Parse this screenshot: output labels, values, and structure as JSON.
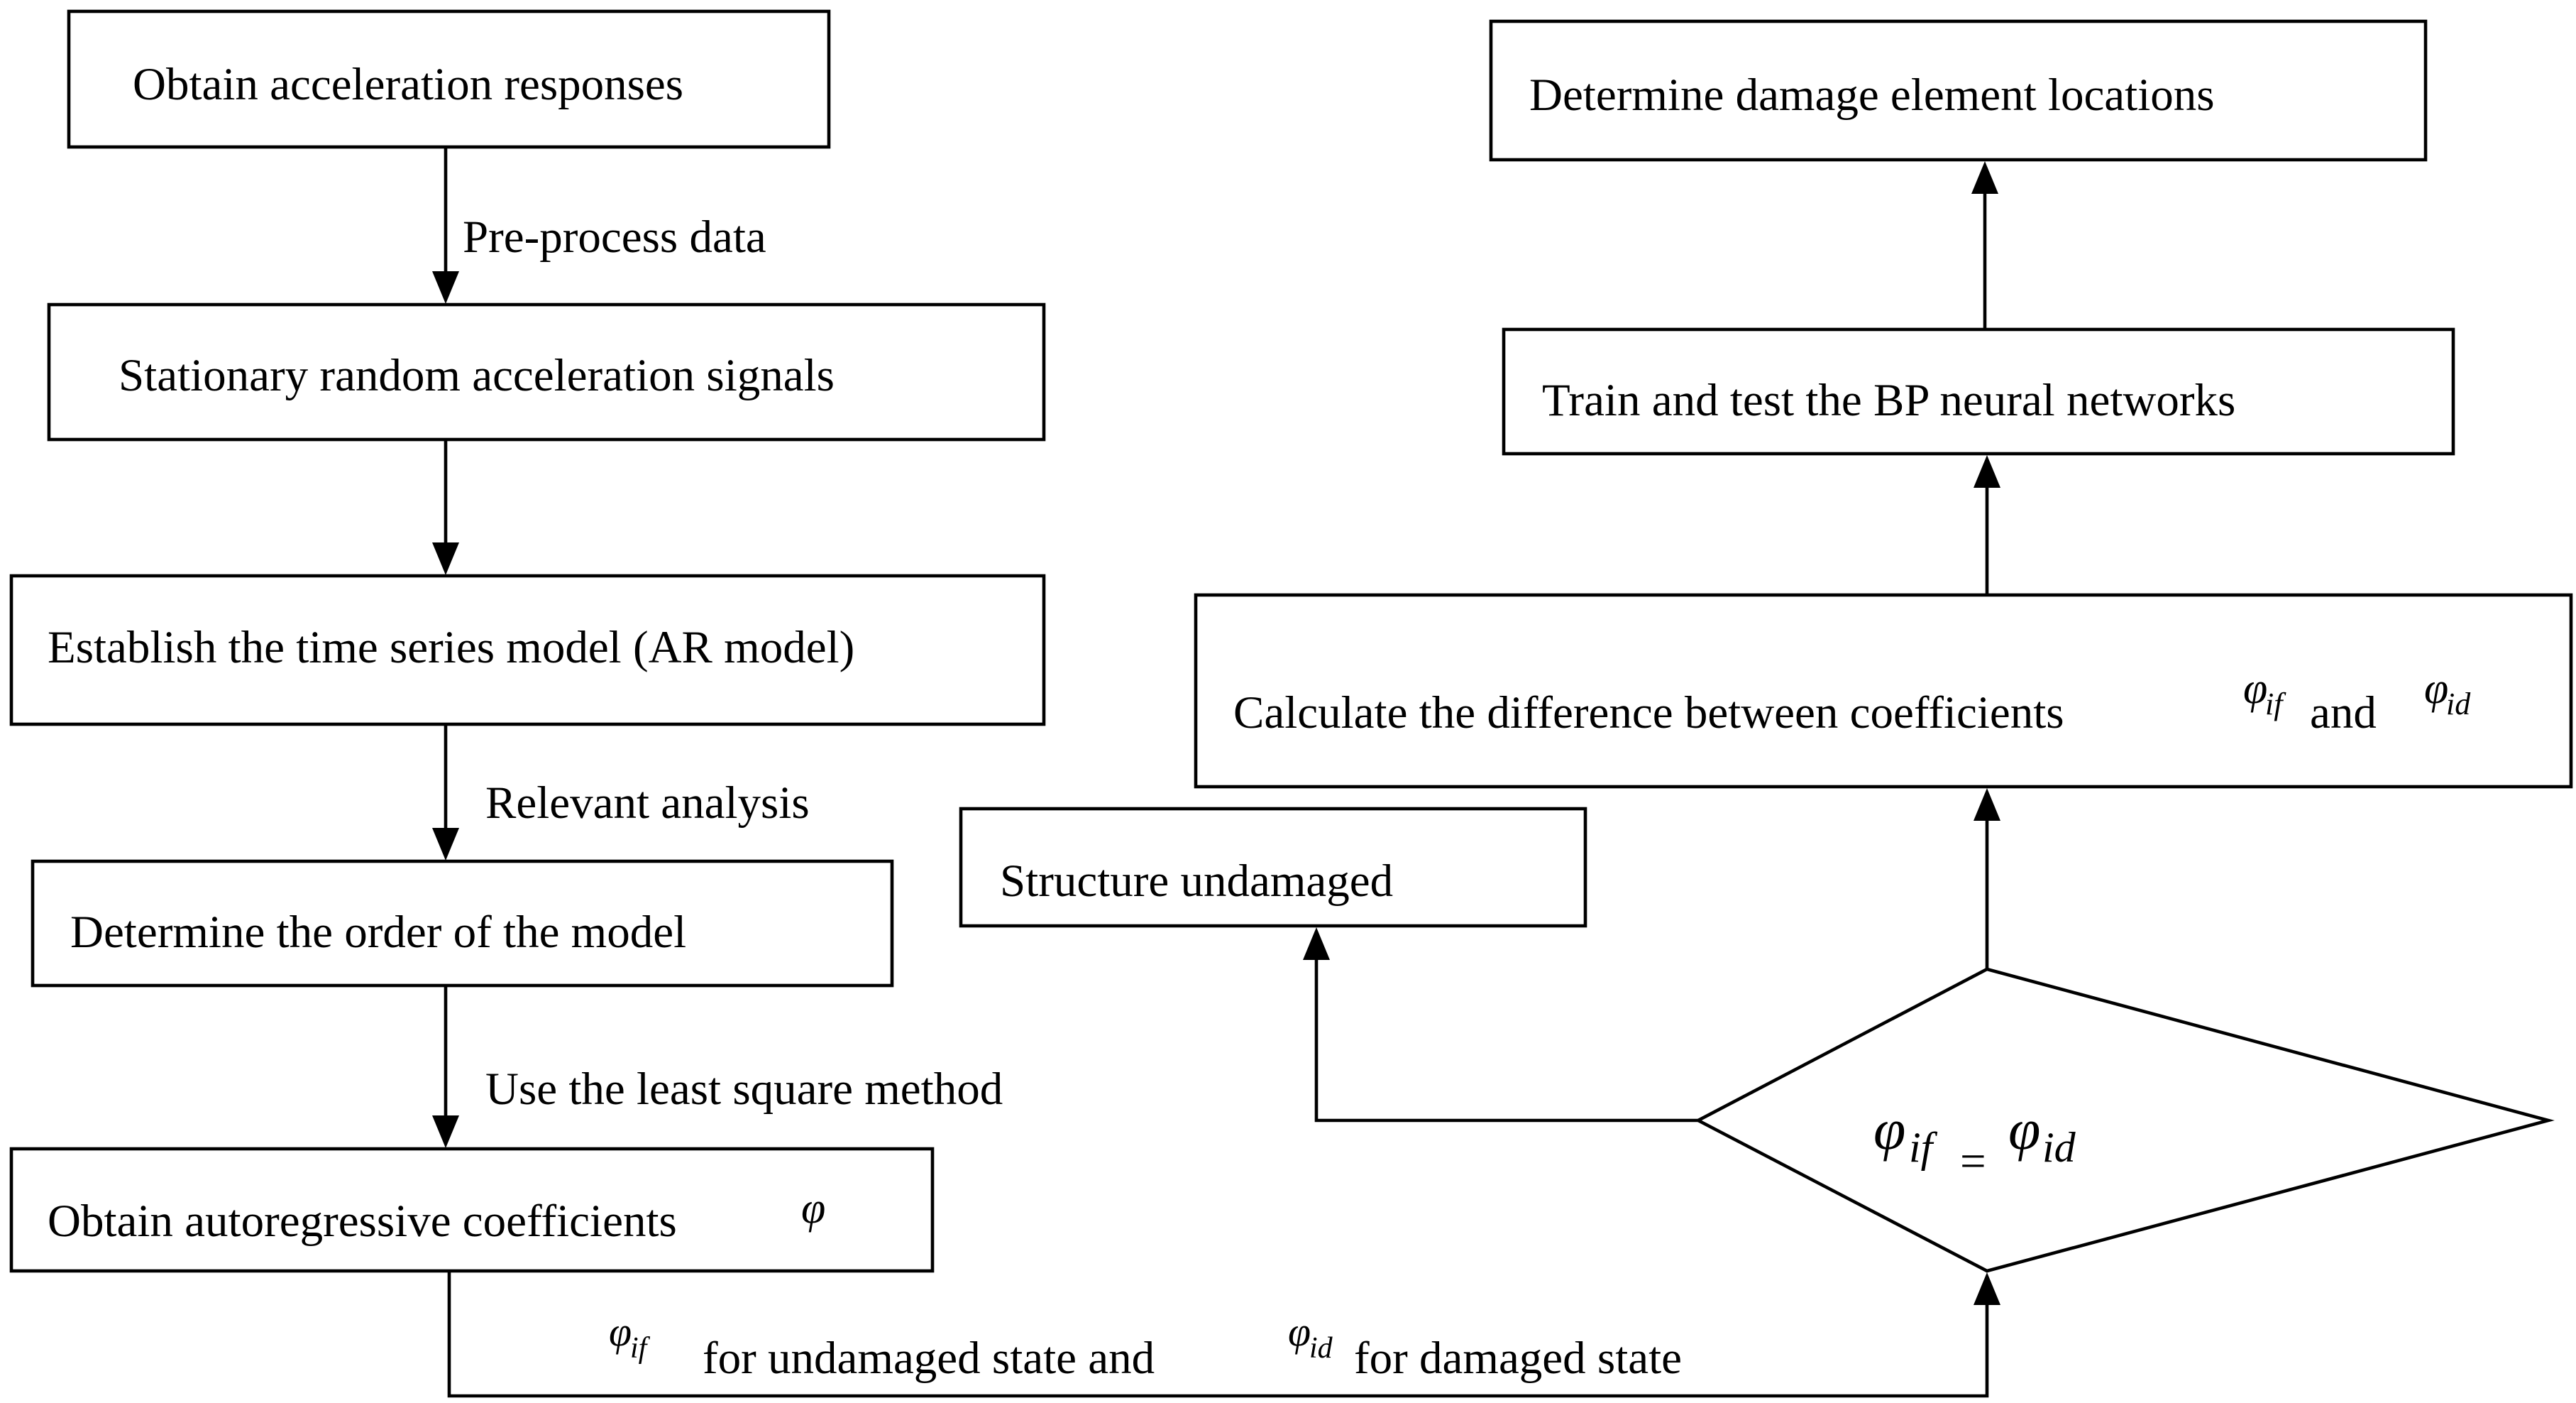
{
  "boxes": {
    "obtain_responses": "Obtain acceleration responses",
    "stationary_signals": "Stationary random acceleration signals",
    "establish_model": "Establish the time series model (AR model)",
    "determine_order": "Determine the order of the model",
    "obtain_coefficients": "Obtain autoregressive coefficients",
    "structure_undamaged": "Structure undamaged",
    "calculate_difference": "Calculate the difference between coefficients",
    "calculate_difference_and": "and",
    "train_test": "Train and test the BP neural networks",
    "determine_locations": "Determine damage element locations"
  },
  "edge_labels": {
    "preprocess": "Pre-process data",
    "relevant_analysis": "Relevant analysis",
    "least_square": "Use the least square method",
    "undamaged_state": "for undamaged state and",
    "damaged_state": "for damaged state"
  },
  "symbols": {
    "phi": "φ",
    "phi_if_base": "φ",
    "phi_if_sub": "if",
    "phi_id_base": "φ",
    "phi_id_sub": "id",
    "equals": "="
  }
}
